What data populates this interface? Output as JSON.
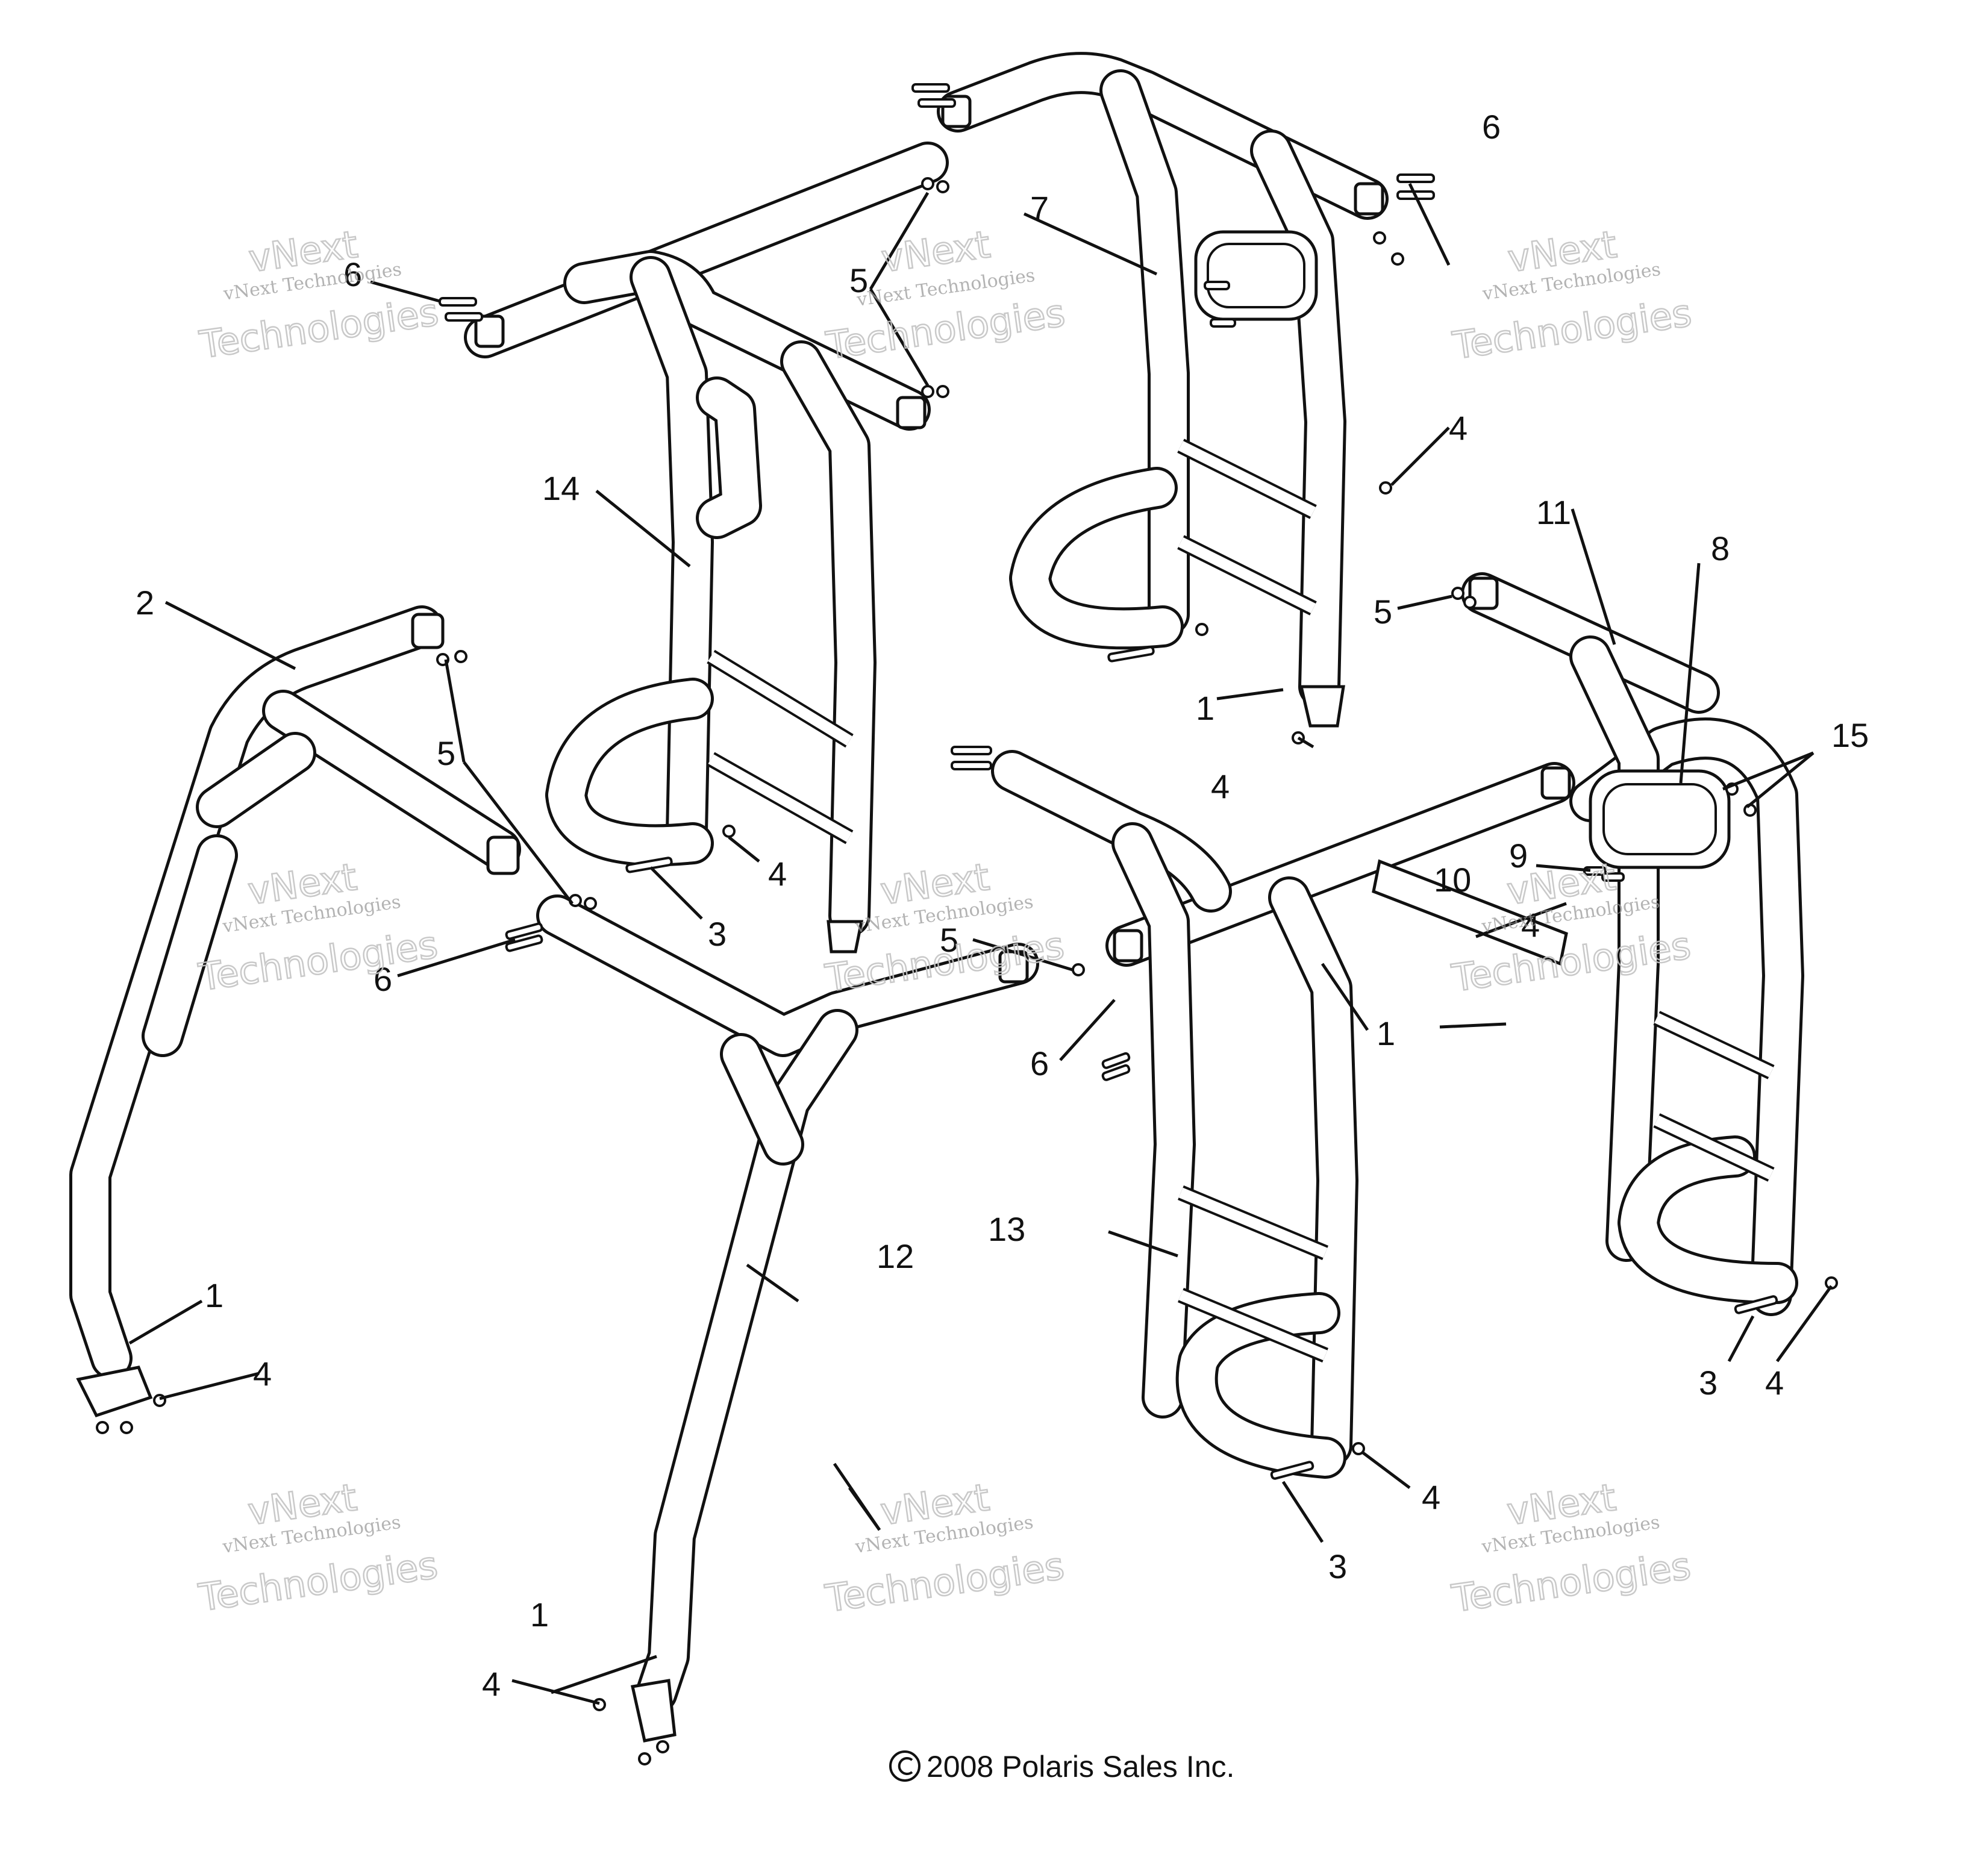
{
  "callouts": [
    "1",
    "2",
    "3",
    "4",
    "5",
    "6",
    "7",
    "8",
    "9",
    "10",
    "11",
    "12",
    "13",
    "14",
    "15"
  ],
  "watermark": {
    "line1": "vNext Technologies",
    "line2": "vNext",
    "line3": "Technologies"
  },
  "copyright": "2008 Polaris Sales Inc.",
  "colors": {
    "line": "#111111",
    "background": "#ffffff",
    "watermark": "#9a9a9a"
  }
}
